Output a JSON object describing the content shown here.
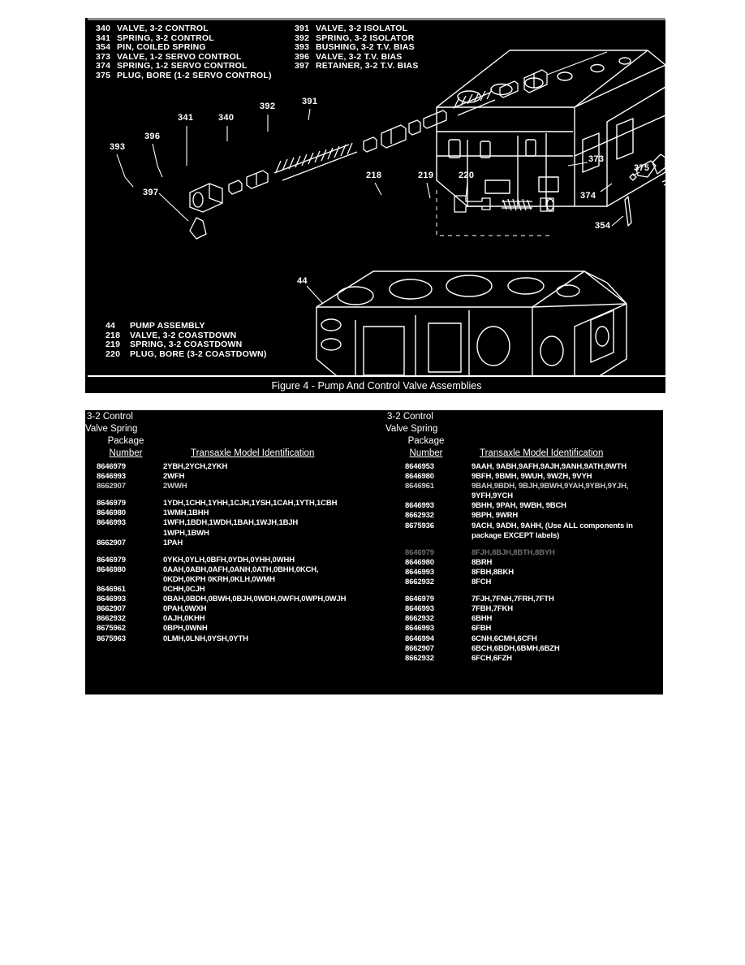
{
  "figure": {
    "caption": "Figure 4 - Pump And Control Valve Assemblies",
    "legend_top_left": [
      {
        "num": "340",
        "desc": "VALVE, 3-2 CONTROL"
      },
      {
        "num": "341",
        "desc": "SPRING, 3-2 CONTROL"
      },
      {
        "num": "354",
        "desc": "PIN, COILED SPRING"
      },
      {
        "num": "373",
        "desc": "VALVE, 1-2 SERVO CONTROL"
      },
      {
        "num": "374",
        "desc": "SPRING, 1-2 SERVO CONTROL"
      },
      {
        "num": "375",
        "desc": "PLUG, BORE (1-2 SERVO CONTROL)"
      }
    ],
    "legend_top_right": [
      {
        "num": "391",
        "desc": "VALVE, 3-2 ISOLATOL"
      },
      {
        "num": "392",
        "desc": "SPRING, 3-2 ISOLATOR"
      },
      {
        "num": "393",
        "desc": "BUSHING, 3-2 T.V. BIAS"
      },
      {
        "num": "396",
        "desc": "VALVE, 3-2 T.V. BIAS"
      },
      {
        "num": "397",
        "desc": "RETAINER, 3-2 T.V. BIAS"
      }
    ],
    "legend_bottom": [
      {
        "num": "44",
        "desc": "PUMP ASSEMBLY"
      },
      {
        "num": "218",
        "desc": "VALVE, 3-2 COASTDOWN"
      },
      {
        "num": "219",
        "desc": "SPRING, 3-2 COASTDOWN"
      },
      {
        "num": "220",
        "desc": "PLUG, BORE (3-2 COASTDOWN)"
      }
    ],
    "callouts": [
      {
        "id": "callout-393",
        "label": "393"
      },
      {
        "id": "callout-396",
        "label": "396"
      },
      {
        "id": "callout-341",
        "label": "341"
      },
      {
        "id": "callout-340",
        "label": "340"
      },
      {
        "id": "callout-392",
        "label": "392"
      },
      {
        "id": "callout-391",
        "label": "391"
      },
      {
        "id": "callout-397",
        "label": "397"
      },
      {
        "id": "callout-218",
        "label": "218"
      },
      {
        "id": "callout-219",
        "label": "219"
      },
      {
        "id": "callout-220",
        "label": "220"
      },
      {
        "id": "callout-373",
        "label": "373"
      },
      {
        "id": "callout-375",
        "label": "375"
      },
      {
        "id": "callout-374",
        "label": "374"
      },
      {
        "id": "callout-354",
        "label": "354"
      },
      {
        "id": "callout-44",
        "label": "44"
      }
    ]
  },
  "table": {
    "header": {
      "line1": "3-2 Control",
      "line2": "Valve Spring",
      "line3": "Package",
      "line4": "Number",
      "models": "Transaxle Model Identification"
    },
    "left_groups": [
      {
        "rows": [
          {
            "pkg": "8646979",
            "models": "2YBH,2YCH,2YKH"
          },
          {
            "pkg": "8646993",
            "models": "2WFH"
          },
          {
            "pkg": "8662907",
            "models": "2WWH",
            "style": "dim"
          }
        ]
      },
      {
        "rows": [
          {
            "pkg": "8646979",
            "models": "1YDH,1CHH,1YHH,1CJH,1YSH,1CAH,1YTH,1CBH"
          },
          {
            "pkg": "8646980",
            "models": "1WMH,1BHH"
          },
          {
            "pkg": "8646993",
            "models": "1WFH,1BDH,1WDH,1BAH,1WJH,1BJH"
          },
          {
            "pkg": "",
            "models": "1WPH,1BWH",
            "cont": true
          },
          {
            "pkg": "8662907",
            "models": "1PAH"
          }
        ]
      },
      {
        "rows": [
          {
            "pkg": "8646979",
            "models": "0YKH,0YLH,0BFH,0YDH,0YHH,0WHH"
          },
          {
            "pkg": "8646980",
            "models": "0AAH,0ABH,0AFH,0ANH,0ATH,0BHH,0KCH,"
          },
          {
            "pkg": "",
            "models": "0KDH,0KPH 0KRH,0KLH,0WMH",
            "cont": true
          },
          {
            "pkg": "8646961",
            "models": "0CHH,0CJH"
          },
          {
            "pkg": "8646993",
            "models": "0BAH,0BDH,0BWH,0BJH,0WDH,0WFH,0WPH,0WJH"
          },
          {
            "pkg": "8662907",
            "models": "0PAH,0WXH"
          },
          {
            "pkg": "8662932",
            "models": "0AJH,0KHH"
          },
          {
            "pkg": "8675962",
            "models": "0BPH,0WNH"
          },
          {
            "pkg": "8675963",
            "models": "0LMH,0LNH,0YSH,0YTH"
          }
        ]
      }
    ],
    "right_groups": [
      {
        "rows": [
          {
            "pkg": "8646953",
            "models": "9AAH, 9ABH,9AFH,9AJH,9ANH,9ATH,9WTH"
          },
          {
            "pkg": "8646980",
            "models": "9BFH, 9BMH, 9WUH, 9WZH, 9VYH"
          },
          {
            "pkg": "8646961",
            "models": "9BAH,9BDH, 9BJH,9BWH,9YAH,9YBH,9YJH,",
            "style": "dim"
          },
          {
            "pkg": "",
            "models": "9YFH,9YCH",
            "cont": true
          },
          {
            "pkg": "8646993",
            "models": "9BHH, 9PAH, 9WBH, 9BCH"
          },
          {
            "pkg": "8662932",
            "models": "9BPH, 9WRH"
          },
          {
            "pkg": "8675936",
            "models": "9ACH, 9ADH, 9AHH, (Use ALL components in"
          },
          {
            "pkg": "",
            "models": "package EXCEPT labels)",
            "cont": true
          }
        ]
      },
      {
        "rows": [
          {
            "pkg": "8646979",
            "models": "8FJH,8BJH,8BTH,8BYH",
            "style": "faded"
          },
          {
            "pkg": "8646980",
            "models": "8BRH"
          },
          {
            "pkg": "8646993",
            "models": "8FBH,8BKH"
          },
          {
            "pkg": "8662932",
            "models": "8FCH"
          }
        ]
      },
      {
        "rows": [
          {
            "pkg": "8646979",
            "models": "7FJH,7FNH,7FRH,7FTH"
          },
          {
            "pkg": "8646993",
            "models": "7FBH,7FKH"
          },
          {
            "pkg": "8662932",
            "models": "6BHH"
          },
          {
            "pkg": "8646993",
            "models": "6FBH"
          },
          {
            "pkg": "8646994",
            "models": "6CNH,6CMH,6CFH"
          },
          {
            "pkg": "8662907",
            "models": "6BCH,6BDH,6BMH,6BZH"
          },
          {
            "pkg": "8662932",
            "models": "6FCH,6FZH"
          }
        ]
      }
    ]
  }
}
